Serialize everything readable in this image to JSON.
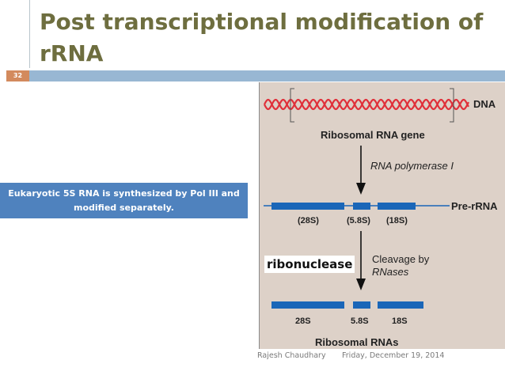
{
  "slide": {
    "title": "Post transcriptional modification of rRNA",
    "number": "32",
    "callout": "Eukaryotic 5S RNA is synthesized by Pol III and modified separately.",
    "footer_author": "Rajesh Chaudhary",
    "footer_date": "Friday, December 19, 2014"
  },
  "figure": {
    "dna_label": "DNA",
    "gene_label": "Ribosomal RNA gene",
    "polymerase_label": "RNA polymerase I",
    "pre_rrna_label": "Pre-rRNA",
    "segments_pre": [
      "(28S)",
      "(5.8S)",
      "(18S)"
    ],
    "cleavage_line1": "Cleavage by",
    "cleavage_line2": "RNases",
    "segments_final": [
      "28S",
      "5.8S",
      "18S"
    ],
    "final_label": "Ribosomal RNAs",
    "overlay_label": "ribonuclease",
    "colors": {
      "rna_bar": "#1a66b8",
      "dna": "#e0303a",
      "background": "#ddd1c8"
    }
  }
}
